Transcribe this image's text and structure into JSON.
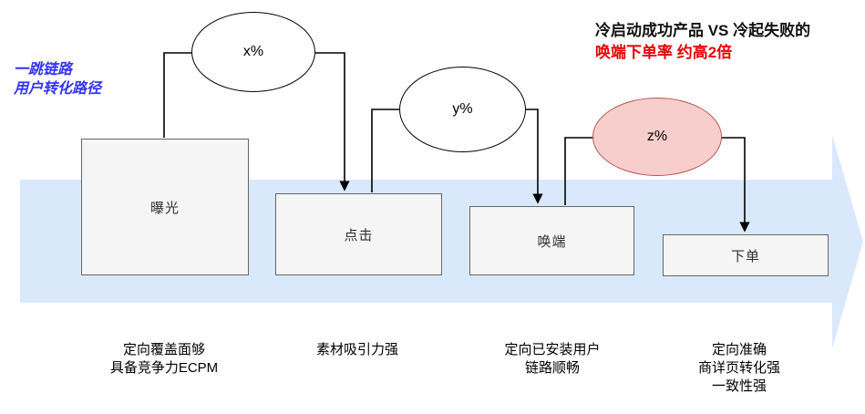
{
  "diagram": {
    "side_label": "一跳链路\n用户转化路径",
    "headline": {
      "black_line": "冷启动成功产品 VS 冷起失败的",
      "red_line": "唤端下单率 约高2倍"
    },
    "stages": [
      {
        "label": "曝光",
        "note": "定向覆盖面够\n具备竞争力ECPM"
      },
      {
        "label": "点击",
        "note": "素材吸引力强"
      },
      {
        "label": "唤端",
        "note": "定向已安装用户\n链路顺畅"
      },
      {
        "label": "下单",
        "note": "定向准确\n商详页转化强\n一致性强"
      }
    ],
    "rates": [
      {
        "label": "x%",
        "highlighted": false
      },
      {
        "label": "y%",
        "highlighted": false
      },
      {
        "label": "z%",
        "highlighted": true
      }
    ],
    "colors": {
      "flow_band_fill": "#dae8fc",
      "box_fill": "#f5f5f5",
      "box_stroke": "#666666",
      "rate_fill": "#ffffff",
      "rate_stroke": "#000000",
      "rate_highlight_fill": "#f8cecc",
      "rate_highlight_stroke": "#b85450",
      "side_label_blue": "#3333ff",
      "headline_red": "#e60000",
      "connector": "#000000"
    }
  }
}
